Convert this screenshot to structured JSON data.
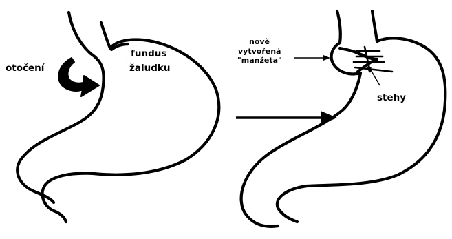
{
  "colors": {
    "background": "#ffffff",
    "ink": "#000000"
  },
  "labels": {
    "rotation": "otočení",
    "fundus_line1": "fundus",
    "fundus_line2": "žaludku",
    "cuff_line1": "nově",
    "cuff_line2": "vytvořená",
    "cuff_line3": "\"manžeta\"",
    "stitches": "stehy"
  }
}
